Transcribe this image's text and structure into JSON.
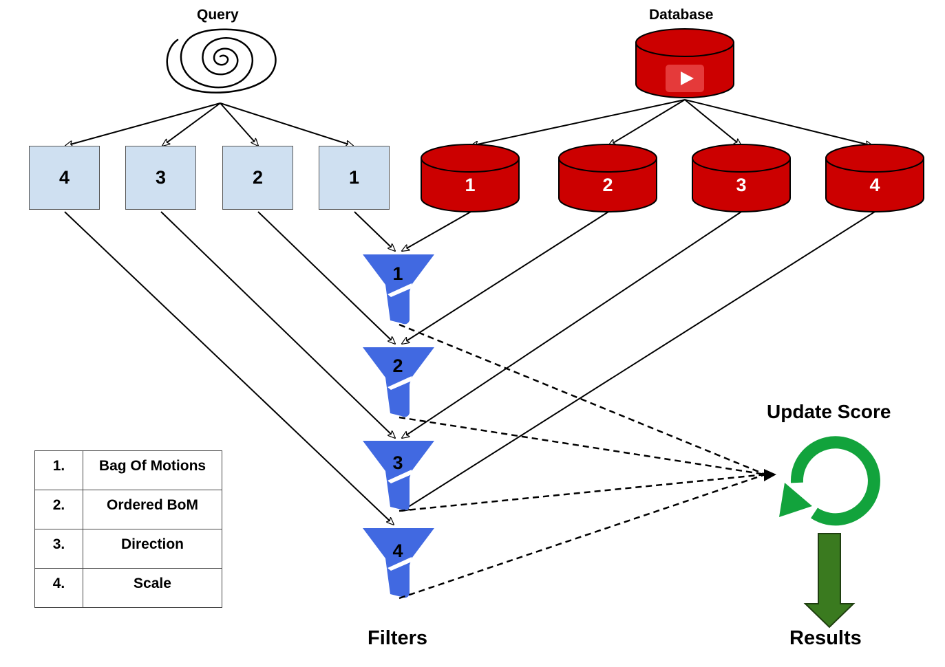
{
  "query": {
    "label": "Query"
  },
  "database": {
    "label": "Database"
  },
  "query_features": [
    "4",
    "3",
    "2",
    "1"
  ],
  "db_features": [
    "1",
    "2",
    "3",
    "4"
  ],
  "filters": {
    "items": [
      "1",
      "2",
      "3",
      "4"
    ],
    "label": "Filters"
  },
  "update": {
    "label": "Update Score"
  },
  "results": {
    "label": "Results"
  },
  "legend": [
    {
      "num": "1.",
      "name": "Bag Of Motions"
    },
    {
      "num": "2.",
      "name": "Ordered BoM"
    },
    {
      "num": "3.",
      "name": "Direction"
    },
    {
      "num": "4.",
      "name": "Scale"
    }
  ],
  "colors": {
    "query_box": "#cfe0f1",
    "database": "#cc0000",
    "filter": "#4169e1",
    "update_icon": "#12a33c",
    "results_arrow": "#3a7a1f"
  }
}
